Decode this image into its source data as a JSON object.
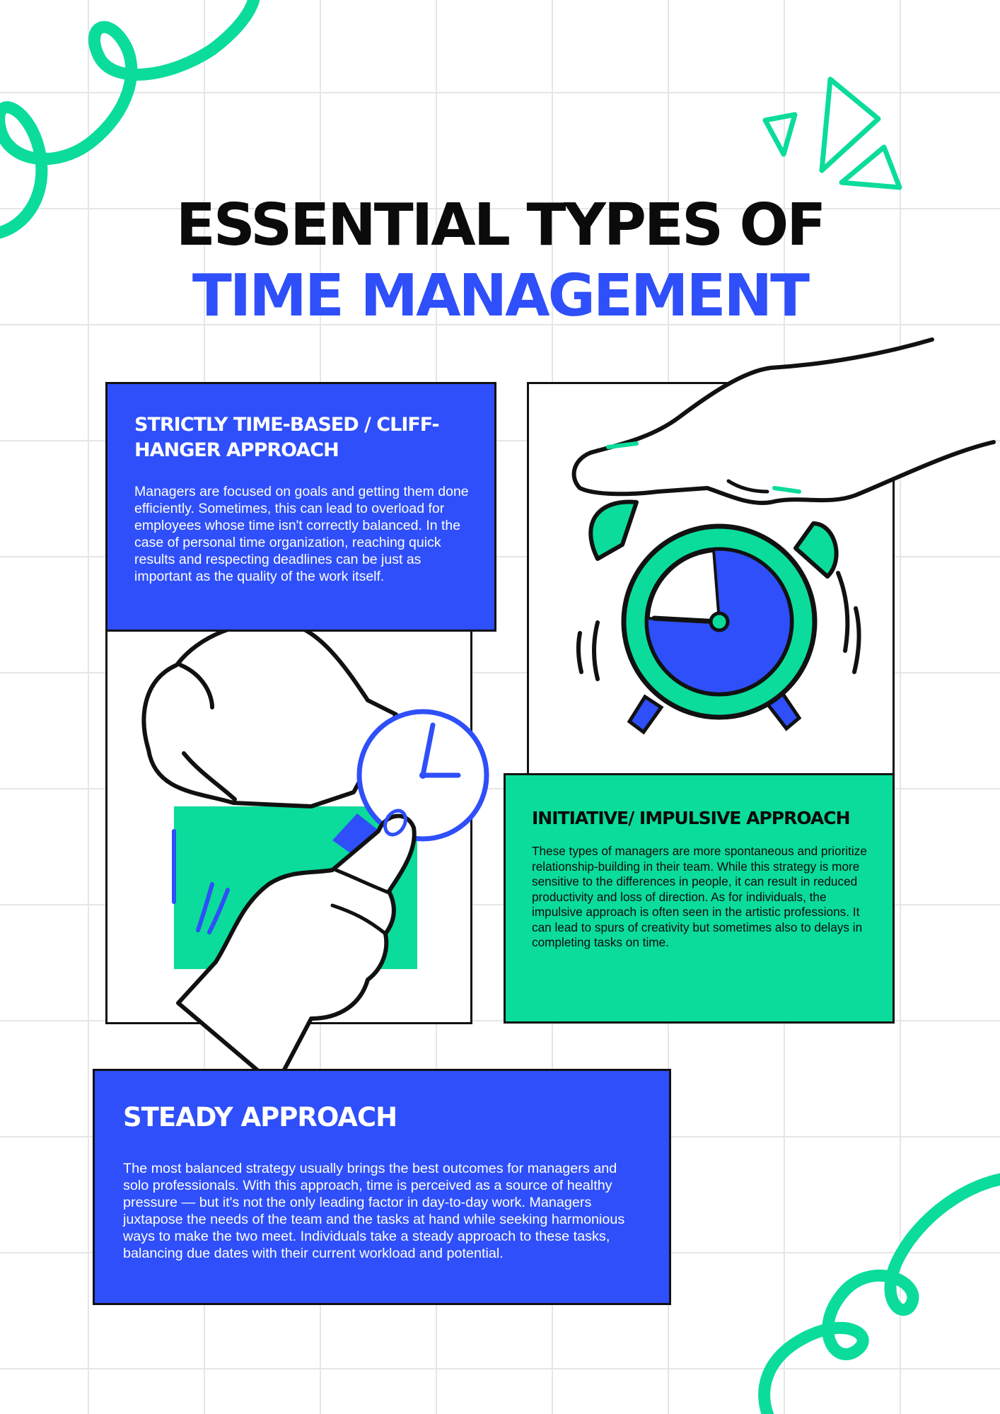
{
  "colors": {
    "blue": "#2e4ff9",
    "green": "#0bdc9b",
    "black": "#0b0b0b",
    "white": "#ffffff",
    "grid": "#e6e6e6"
  },
  "title": {
    "line1": "ESSENTIAL TYPES OF",
    "line2": "TIME MANAGEMENT"
  },
  "sections": [
    {
      "heading": "STRICTLY TIME-BASED / CLIFF-HANGER APPROACH",
      "body": "Managers are focused on goals and getting them done efficiently. Sometimes, this can lead to overload for employees whose time isn't correctly balanced. In the case of personal time organization, reaching quick results and respecting deadlines can be just as important as the quality of the work itself."
    },
    {
      "heading": "INITIATIVE/ IMPULSIVE APPROACH",
      "body": "These types of managers are more spontaneous and prioritize relationship-building in their team. While this strategy is more sensitive to the differences in people, it can result in reduced productivity and loss of direction. As for individuals, the impulsive approach is often seen in the artistic professions. It can lead to spurs of creativity but sometimes also to delays in completing tasks on time."
    },
    {
      "heading": "STEADY APPROACH",
      "body": "The most balanced strategy usually brings the best outcomes for managers and solo professionals. With this approach, time is perceived as a source of healthy pressure — but it's not the only leading factor in day-to-day work. Managers juxtapose the needs of the team and the tasks at hand while seeking harmonious ways to make the two meet. Individuals take a steady approach to these tasks, balancing due dates with their current workload and potential."
    }
  ],
  "icons": {
    "squiggle_top": "green-squiggle-icon",
    "squiggle_bottom": "green-squiggle-icon",
    "sparkle": "green-triangle-sparkle-icon",
    "wrist": "hand-pointing-at-wristwatch-icon",
    "alarm": "hand-on-alarm-clock-icon"
  }
}
